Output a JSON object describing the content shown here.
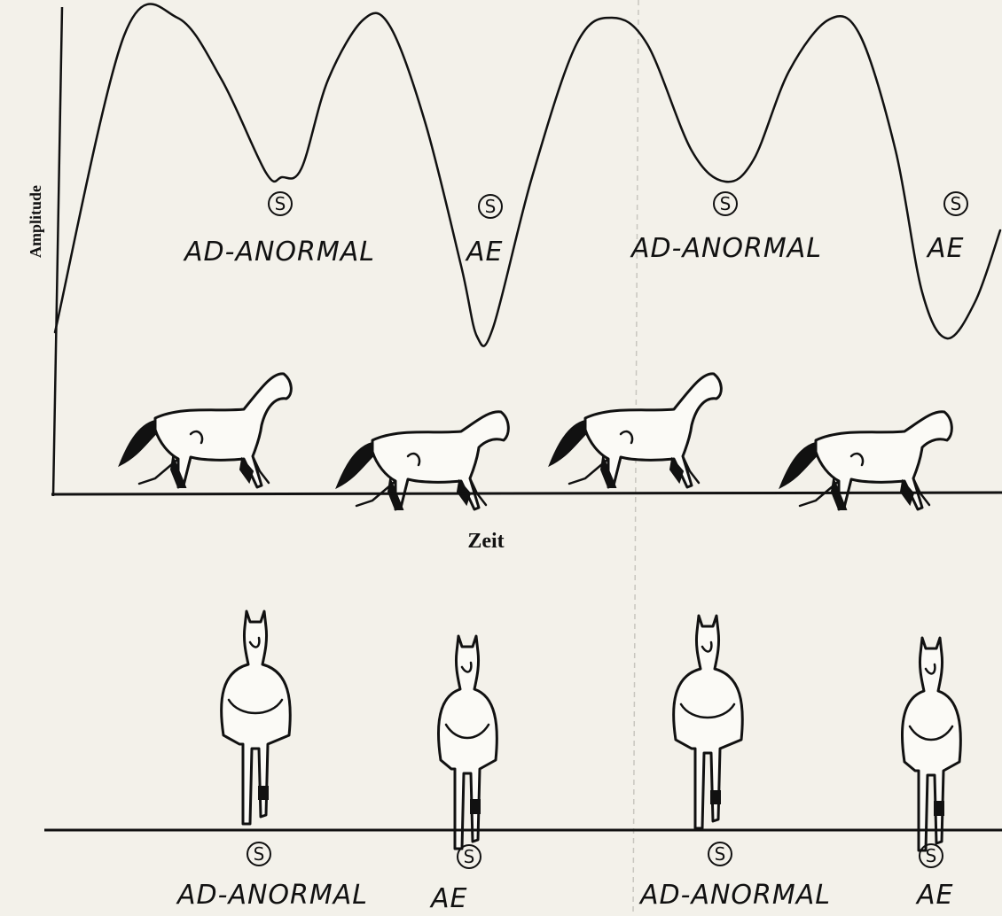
{
  "axes": {
    "ylabel": "Amplitude",
    "xlabel": "Zeit"
  },
  "stance_marker": "S",
  "top_labels": [
    {
      "text": "AD-ANORMAL",
      "kind": "right-diagonal"
    },
    {
      "text": "AE",
      "kind": "left-diagonal"
    },
    {
      "text": "AD-ANORMAL",
      "kind": "right-diagonal"
    },
    {
      "text": "AE",
      "kind": "left-diagonal"
    }
  ],
  "bottom_labels": [
    {
      "text": "AD-ANORMAL"
    },
    {
      "text": "AE"
    },
    {
      "text": "AD-ANORMAL"
    },
    {
      "text": "AE"
    }
  ],
  "wave": {
    "description_shape": "double-peak head-movement curve repeated twice",
    "cycles": 2
  },
  "colors": {
    "ink": "#111111",
    "paper": "#f3f1ea"
  }
}
